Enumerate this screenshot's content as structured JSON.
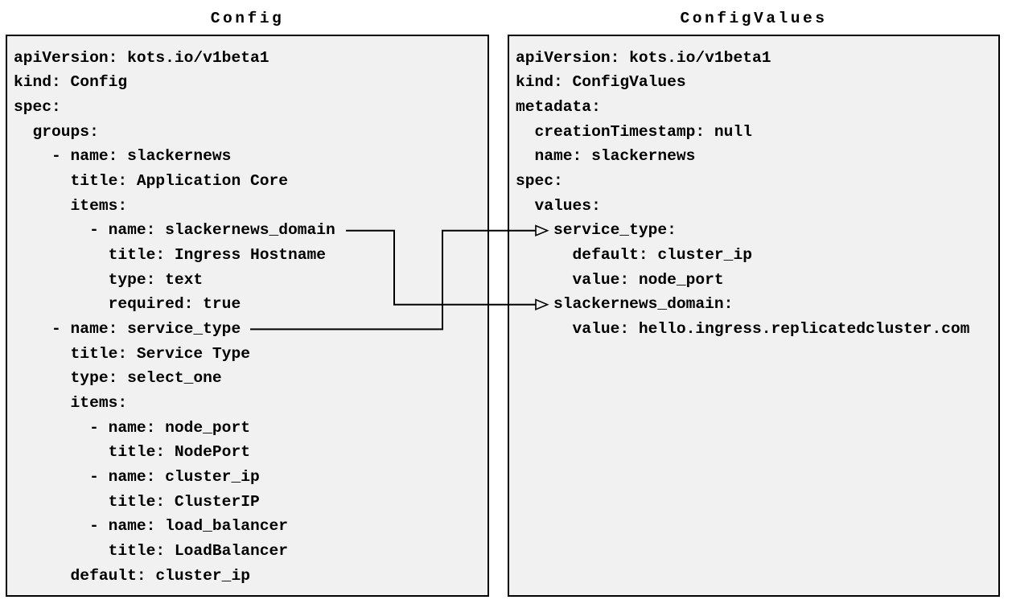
{
  "panels": {
    "config": {
      "title": "Config",
      "yaml_lines": [
        "apiVersion: kots.io/v1beta1",
        "kind: Config",
        "spec:",
        "  groups:",
        "    - name: slackernews",
        "      title: Application Core",
        "      items:",
        "        - name: slackernews_domain",
        "          title: Ingress Hostname",
        "          type: text",
        "          required: true",
        "    - name: service_type",
        "      title: Service Type",
        "      type: select_one",
        "      items:",
        "        - name: node_port",
        "          title: NodePort",
        "        - name: cluster_ip",
        "          title: ClusterIP",
        "        - name: load_balancer",
        "          title: LoadBalancer",
        "      default: cluster_ip"
      ]
    },
    "config_values": {
      "title": "ConfigValues",
      "yaml_lines": [
        "apiVersion: kots.io/v1beta1",
        "kind: ConfigValues",
        "metadata:",
        "  creationTimestamp: null",
        "  name: slackernews",
        "spec:",
        "  values:",
        "    service_type:",
        "      default: cluster_ip",
        "      value: node_port",
        "    slackernews_domain:",
        "      value: hello.ingress.replicatedcluster.com"
      ]
    }
  },
  "connections": [
    {
      "from": "slackernews_domain",
      "to": "slackernews_domain"
    },
    {
      "from": "service_type",
      "to": "service_type"
    }
  ],
  "colors": {
    "page_background": "#ffffff",
    "panel_background": "#f1f1f1",
    "border_and_text": "#000000"
  }
}
